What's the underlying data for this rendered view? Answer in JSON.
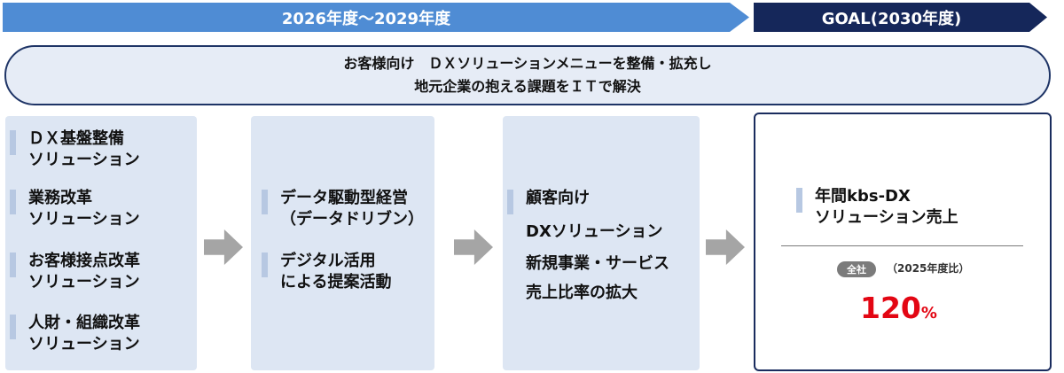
{
  "timeline": {
    "period_label": "2026年度〜2029年度",
    "goal_label": "GOAL(2030年度)"
  },
  "banner": {
    "line1": "お客様向け　ＤＸソリューションメニューを整備・拡充し",
    "line2": "地元企業の抱える課題をＩＴで解決"
  },
  "steps": {
    "solutions": [
      {
        "line1": "ＤＸ基盤整備",
        "line2": "ソリューション"
      },
      {
        "line1": "業務改革",
        "line2": "ソリューション"
      },
      {
        "line1": "お客様接点改革",
        "line2": "ソリューション"
      },
      {
        "line1": "人財・組織改革",
        "line2": "ソリューション"
      }
    ],
    "management": [
      {
        "line1": "データ駆動型経営",
        "line2": "（データドリブン）"
      },
      {
        "line1": "デジタル活用",
        "line2": "による提案活動"
      }
    ],
    "expansion": {
      "heading": "顧客向け",
      "lines": [
        "DXソリューション",
        "新規事業・サービス",
        "売上比率の拡大"
      ]
    }
  },
  "goal": {
    "title_line1": "年間kbs-DX",
    "title_line2": "ソリューション売上",
    "scope_badge": "全社",
    "baseline": "（2025年度比）",
    "value": "120",
    "unit": "%"
  },
  "colors": {
    "period_bar": "#4f8cd4",
    "goal_bar": "#15275a",
    "box_fill": "#dde6f3",
    "target_value": "#e30613"
  }
}
